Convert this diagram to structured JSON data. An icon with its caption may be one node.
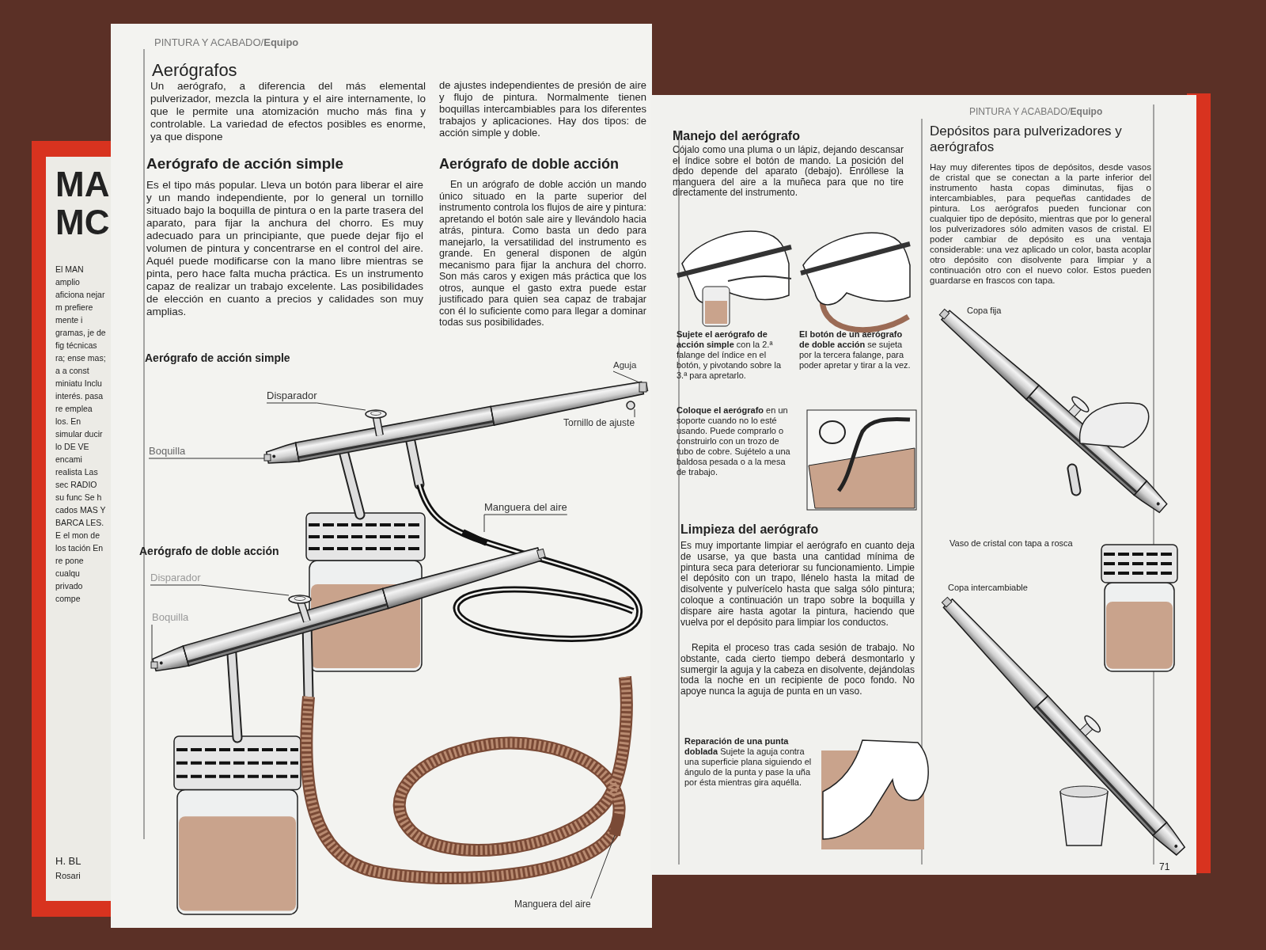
{
  "diagram": {
    "title": "Aerógrafos",
    "nodes": [
      {
        "text": [
          "Disparador"
        ]
      },
      {
        "text": [
          "Boquilla"
        ]
      },
      {
        "text": [
          "Aguja"
        ]
      },
      {
        "text": [
          "Tornillo de ajuste"
        ]
      },
      {
        "text": [
          "Manguera del aire"
        ]
      },
      {
        "text": [
          "Disparador"
        ]
      },
      {
        "text": [
          "Boquilla"
        ]
      },
      {
        "text": [
          "Manguera del aire"
        ]
      },
      {
        "text": [],
        "shape": "picture"
      },
      {
        "text": [],
        "shape": "box"
      },
      {
        "text": [],
        "shape": "box"
      },
      {
        "text": [],
        "shape": "circle"
      },
      {
        "text": [],
        "shape": "picture"
      },
      {
        "text": [],
        "shape": "picture"
      },
      {
        "text": [],
        "shape": "box"
      },
      {
        "text": [],
        "shape": "picture"
      }
    ],
    "edges": [
      {
        "from": 0,
        "to": 8,
        "arrow": "none"
      },
      {
        "from": 1,
        "to": 9,
        "arrow": "none"
      },
      {
        "from": 2,
        "to": 10,
        "arrow": "none"
      },
      {
        "from": 3,
        "to": 11,
        "arrow": "none"
      },
      {
        "from": 4,
        "to": 12,
        "arrow": "none"
      },
      {
        "from": 5,
        "to": 13,
        "arrow": "none"
      },
      {
        "from": 6,
        "to": 14,
        "arrow": "none"
      },
      {
        "from": 7,
        "to": 15,
        "arrow": "none"
      }
    ],
    "labels": [
      "PINTURA Y ACABADO/**Equipo**",
      "Un aerógrafo, a diferencia del más elemental pulverizador, mezcla la pintura y el aire internamente, lo que le permite una atomización mucho más fina y controlable. La variedad de efectos posibles es enorme, ya que dispone",
      "Aerógrafo de acción simple",
      "Es el tipo más popular. Lleva un botón para liberar el aire y un mando independiente, por lo general un tornillo situado bajo la boquilla de pintura o en la parte trasera del aparato, para fijar la anchura del chorro. Es muy adecuado para un principiante, que puede dejar fijo el volumen de pintura y concentrarse en el control del aire. Aquél puede modificarse con la mano libre mientras se pinta, pero hace falta mucha práctica. Es un instrumento capaz de realizar un trabajo excelente. Las posibilidades de elección en cuanto a precios y calidades son muy amplias.",
      "de ajustes independientes de presión de aire y flujo de pintura. Normalmente tienen boquillas intercambiables para los diferentes trabajos y aplicaciones. Hay dos tipos: de acción simple y doble.",
      "Aerógrafo de doble acción",
      "En un arógrafo de doble acción un mando único situado en la parte superior del instrumento controla los flujos de aire y pintura: apretando el botón sale aire y llevándolo hacia atrás, pintura. Como basta un dedo para manejarlo, la versatilidad del instrumento es grande. En general disponen de algún mecanismo para fijar la anchura del chorro. Son más caros y exigen más práctica que los otros, aunque el gasto extra puede estar justificado para quien sea capaz de trabajar con él lo suficiente como para llegar a dominar todas sus posibilidades.",
      "Aerógrafo de acción simple",
      "Aerógrafo de doble acción",
      "PINTURA Y ACABADO/**Equipo**",
      "Manejo del aerógrafo",
      "Cójalo como una pluma o un lápiz, dejando descansar el índice sobre el botón de mando. La posición del dedo depende del aparato (debajo). Enróllese la manguera del aire a la muñeca para que no tire directamente del instrumento.",
      "**Sujete el aerógrafo de acción simple** con la 2.ª falange del índice en el botón, y pivotando sobre la 3.ª para apretarlo.",
      "**El botón de un aerógrafo de doble acción** se sujeta por la tercera falange, para poder apretar y tirar a la vez.",
      "**Coloque el aerógrafo** en un soporte cuando no lo esté usando. Puede comprarlo o construirlo con un trozo de tubo de cobre. Sujételo a una baldosa pesada o a la mesa de trabajo.",
      "Limpieza del aerógrafo",
      "Es muy importante limpiar el aerógrafo en cuanto deja de usarse, ya que basta una cantidad mínima de pintura seca para deteriorar su funcionamiento. Limpie el depósito con un trapo, llénelo hasta la mitad de disolvente y pulverícelo hasta que salga sólo pintura; coloque a continuación un trapo sobre la boquilla y dispare aire hasta agotar la pintura, haciendo que vuelva por el depósito para limpiar los conductos.",
      "Repita el proceso tras cada sesión de trabajo. No obstante, cada cierto tiempo deberá desmontarlo y sumergir la aguja y la cabeza en disolvente, dejándolas toda la noche en un recipiente de poco fondo. No apoye nunca la aguja de punta en un vaso.",
      "**Reparación de una punta doblada** Sujete la aguja contra una superficie plana siguiendo el ángulo de la punta y pase la uña por ésta mientras gira aquélla.",
      "Depósitos para pulverizadores y aerógrafos",
      "Hay muy diferentes tipos de depósitos, desde vasos de cristal que se conectan a la parte inferior del instrumento hasta copas diminutas, fijas o intercambiables, para pequeñas cantidades de pintura. Los aerógrafos pueden funcionar con cualquier tipo de depósito, mientras que por lo general los pulverizadores sólo admiten vasos de cristal. El poder cambiar de depósito es una ventaja considerable: una vez aplicado un color, basta acoplar otro depósito con disolvente para limpiar y a continuación otro con el nuevo color. Estos pueden guardarse en frascos con tapa.",
      "Copa fija",
      "Vaso de cristal con tapa a rosca",
      "Copa intercambiable",
      "71",
      "MA",
      "MC",
      "El MAN amplio aficiona nejar m prefiere mente i gramas, je de fig técnicas ra; ense mas; a a const miniatu Inclu interés. pasa re emplea los. En simular ducir lo DE VE encami realista Las sec RADIO su func Se h cados MAS Y BARCA LES. E el mon de los tación En re pone cualqu privado compe",
      "H. BL",
      "Rosari"
    ]
  }
}
